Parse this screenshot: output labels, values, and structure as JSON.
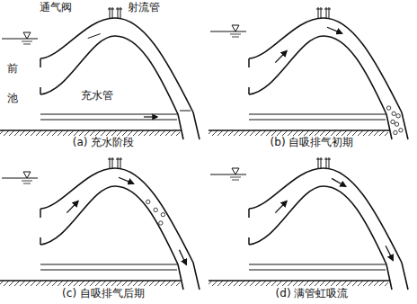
{
  "diagram": {
    "labels": [
      "通气阀",
      "射流管",
      "前",
      "池",
      "充水管",
      "(a) 充水阶段",
      "(b) 自吸排气初期",
      "(c) 自吸排气后期",
      "(d) 满管虹吸流"
    ]
  }
}
